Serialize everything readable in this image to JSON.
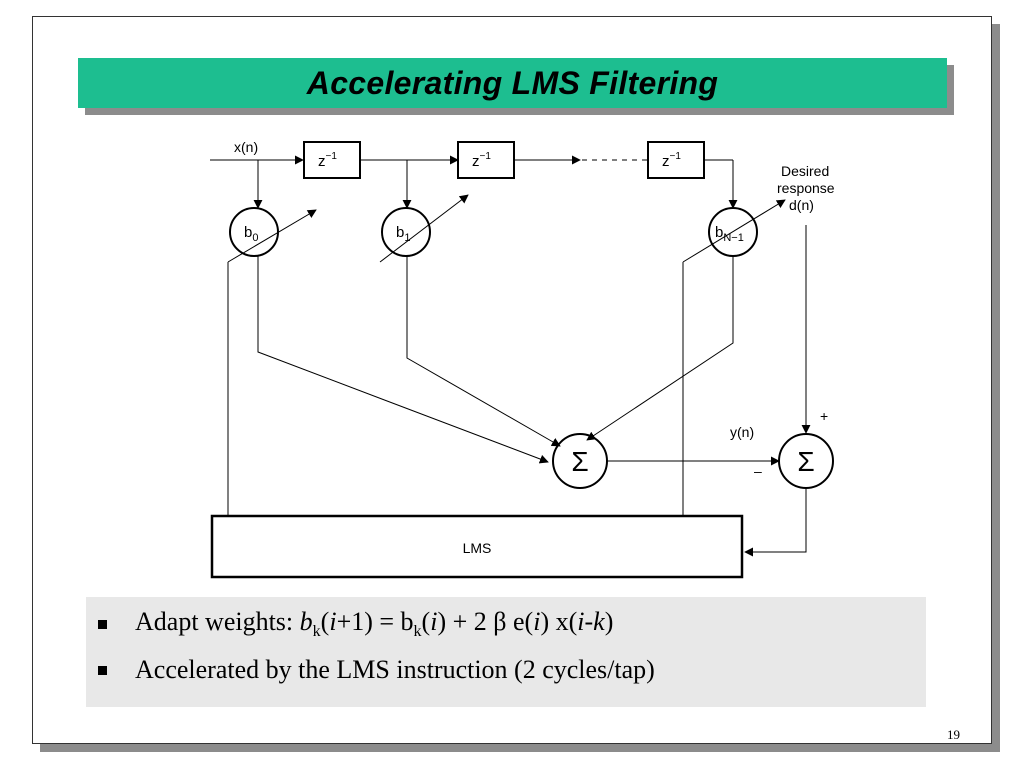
{
  "title": "Accelerating LMS Filtering",
  "page_number": "19",
  "diagram": {
    "input_label": "x(n)",
    "delay_label_base": "z",
    "delay_label_exp": "−1",
    "coef_base": "b",
    "coef_subscripts": [
      "0",
      "1",
      "N−1"
    ],
    "desired_lines": [
      "Desired",
      "response",
      "d(n)"
    ],
    "output_label": "y(n)",
    "plus_sign": "+",
    "minus_sign": "–",
    "sum_symbol": "Σ",
    "lms_label": "LMS"
  },
  "bullets": {
    "b1": {
      "prefix": "Adapt weights: ",
      "var_b": "b",
      "sub_k": "k",
      "paren_open": "(",
      "i": "i",
      "plus_one_close": "+1) = b",
      "paren_i_close": ") + 2 β e(",
      "x_open": ") x(",
      "i_minus_k": "i-k",
      "close": ")"
    },
    "b2": "Accelerated by the LMS instruction (2 cycles/tap)"
  },
  "colors": {
    "title_bar": "#1dbe90",
    "shadow": "#8c8c8c",
    "bullet_box": "#e8e8e8"
  }
}
